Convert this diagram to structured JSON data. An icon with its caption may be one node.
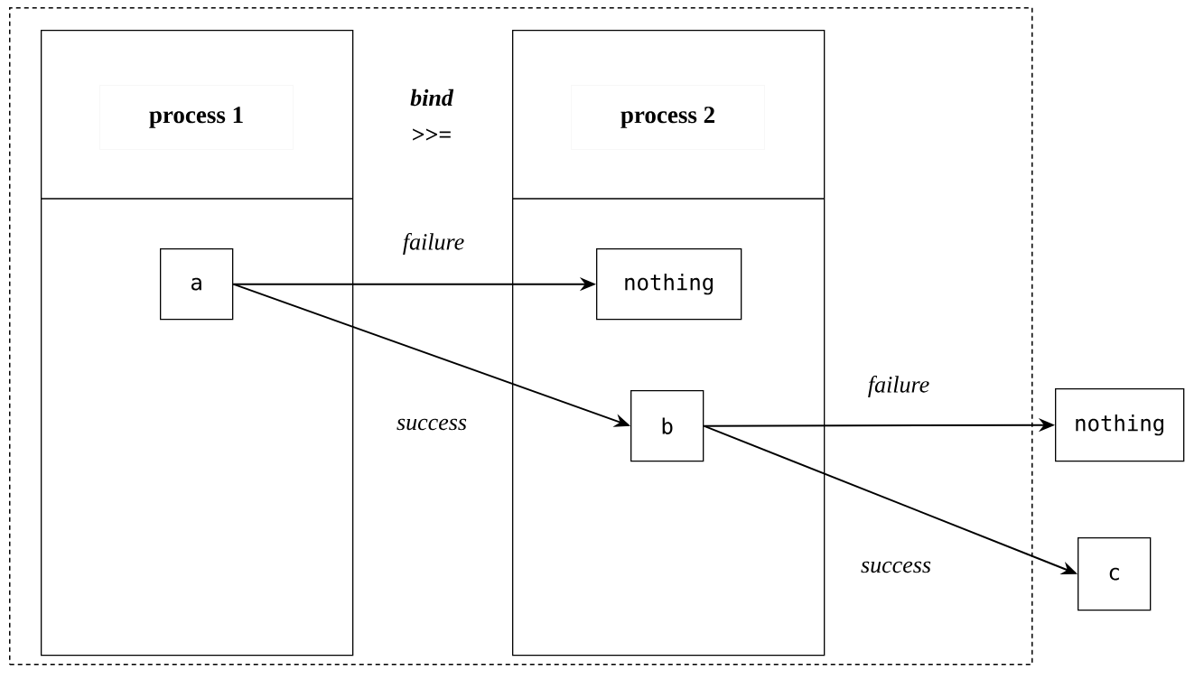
{
  "diagram": {
    "nodes": [
      {
        "text": [],
        "shape": "box"
      },
      {
        "text": [
          "process 1"
        ],
        "in": 0
      },
      {
        "text": [
          "a"
        ],
        "in": 1
      },
      {
        "text": [
          "process 2"
        ],
        "in": 0
      },
      {
        "text": [
          "nothing"
        ],
        "in": 3
      },
      {
        "text": [
          "b"
        ],
        "in": 3
      },
      {
        "text": [
          "nothing"
        ]
      },
      {
        "text": [
          "c"
        ]
      }
    ],
    "edges": [
      {
        "from": 2,
        "to": 4,
        "arrow": "to",
        "label": "failure"
      },
      {
        "from": 2,
        "to": 5,
        "arrow": "to",
        "label": "success"
      },
      {
        "from": 5,
        "to": 6,
        "arrow": "to",
        "label": "failure"
      },
      {
        "from": 5,
        "to": 7,
        "arrow": "to",
        "label": "success"
      }
    ],
    "labels": [
      "bind",
      ">>="
    ]
  }
}
